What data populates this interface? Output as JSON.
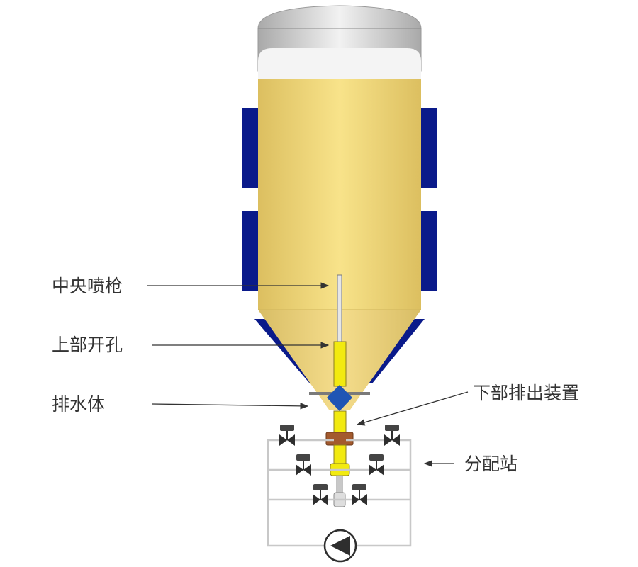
{
  "labels": {
    "central_lance": "中央喷枪",
    "upper_opening": "上部开孔",
    "drain_body": "排水体",
    "bottom_discharge": "下部排出装置",
    "distribution_station": "分配站"
  },
  "colors": {
    "vessel_body": "#f5dc80",
    "vessel_cone": "#efd583",
    "heating_jacket": "#0a1a8a",
    "dome": "#c8c8c8",
    "cap_band": "#f4f4f4",
    "discharge_core": "#f2ea10",
    "valve_diamond": "#1f55b4",
    "flange": "#a35a2e",
    "piping": "#c8c8c8",
    "valve": "#2e2e2e",
    "arrow": "#333333"
  },
  "icons": [
    "valve-icon",
    "pump-icon",
    "arrow-icon"
  ]
}
